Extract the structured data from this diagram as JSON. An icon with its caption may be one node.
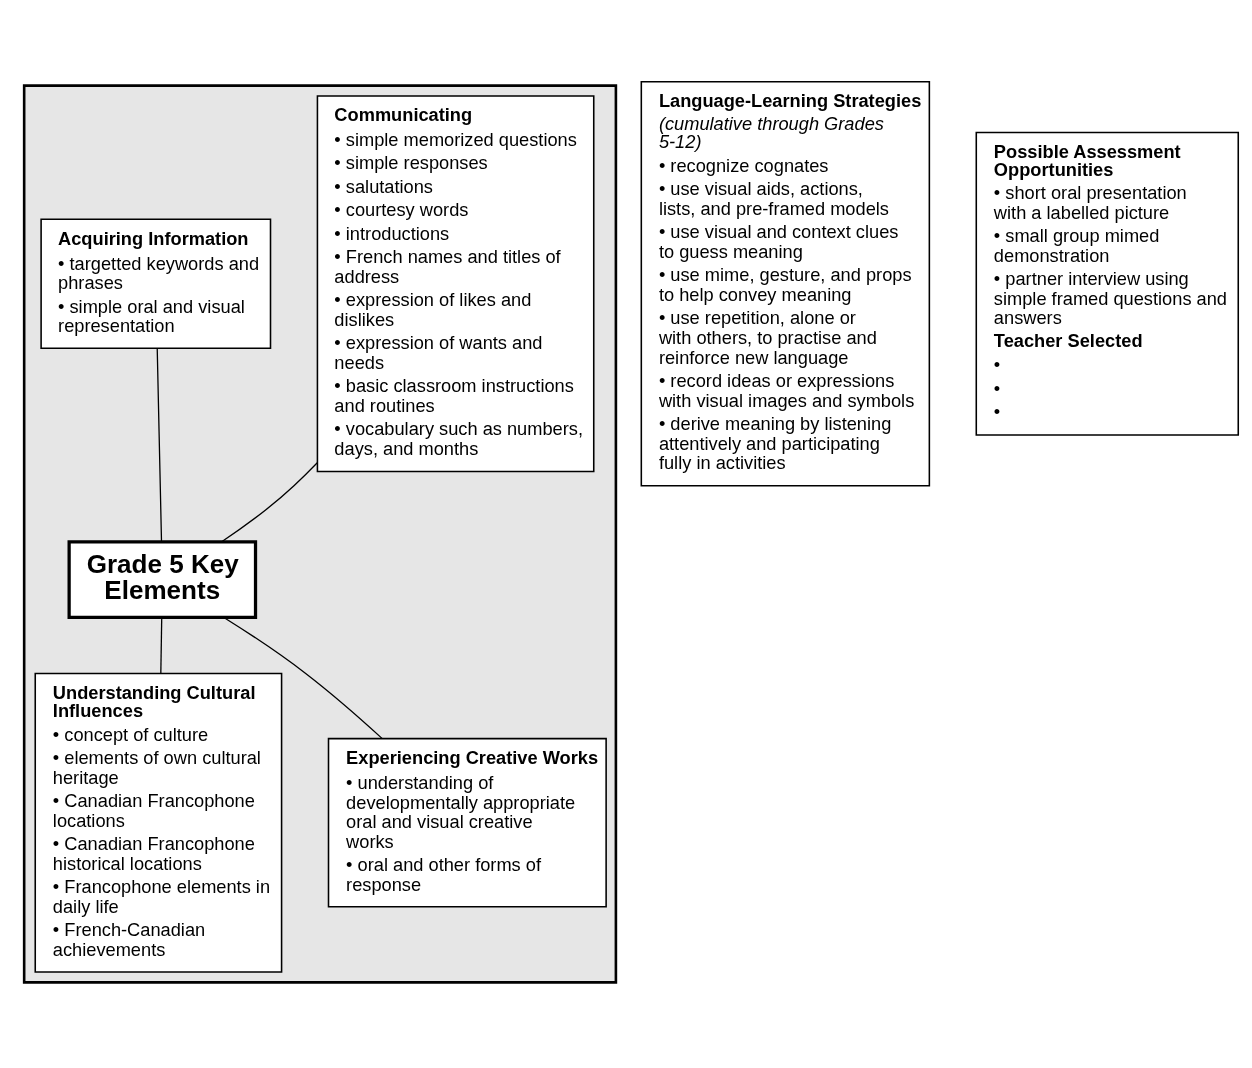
{
  "diagram": {
    "nodes": [
      {
        "text": [],
        "shape": "box"
      },
      {
        "text": [
          "Communicating",
          "• simple memorized questions",
          "• simple responses",
          "• salutations",
          "• courtesy words",
          "• introductions",
          "• French names and titles of address",
          "• expression of likes and dislikes",
          "• expression of wants and needs",
          "• basic classroom instructions and routines",
          "• vocabulary such as numbers, days, and months"
        ],
        "in": 0
      },
      {
        "text": [
          "Acquiring Information",
          "• targetted keywords and phrases",
          "• simple oral and visual representation"
        ],
        "in": 0
      },
      {
        "text": [
          "Grade 5 Key Elements"
        ],
        "in": 0
      },
      {
        "text": [
          "Understanding Cultural Influences",
          "• concept of culture",
          "• elements of own cultural heritage",
          "• Canadian Francophone locations",
          "• Canadian Francophone historical locations",
          "• Francophone elements in daily life",
          "• French-Canadian achievements"
        ],
        "in": 0
      },
      {
        "text": [
          "Experiencing Creative Works",
          "• understanding of developmentally appropriate oral and visual creative works",
          "• oral and other forms of response"
        ],
        "in": 0
      },
      {
        "text": [
          "Language-Learning Strategies",
          "(cumulative through Grades 5-12)",
          "• recognize cognates",
          "• use visual aids, actions, lists, and pre-framed models",
          "• use visual and context clues to guess meaning",
          "• use mime, gesture, and props to help convey meaning",
          "• use repetition, alone or with others, to practise and reinforce new language",
          "• record ideas or expressions with visual images and symbols",
          "• derive meaning by listening attentively and participating fully in activities"
        ]
      },
      {
        "text": [
          "Possible Assessment Opportunities",
          "• short oral presentation with a labelled picture",
          "• small group mimed demonstration",
          "• partner interview using simple framed questions and answers",
          "Teacher Selected",
          "•",
          "•",
          "•"
        ]
      }
    ],
    "edges": [
      {
        "from": 1,
        "to": 3,
        "arrow": "none"
      },
      {
        "from": 2,
        "to": 3,
        "arrow": "none"
      },
      {
        "from": 3,
        "to": 5,
        "arrow": "none"
      },
      {
        "from": 3,
        "to": 4,
        "arrow": "none"
      }
    ]
  }
}
